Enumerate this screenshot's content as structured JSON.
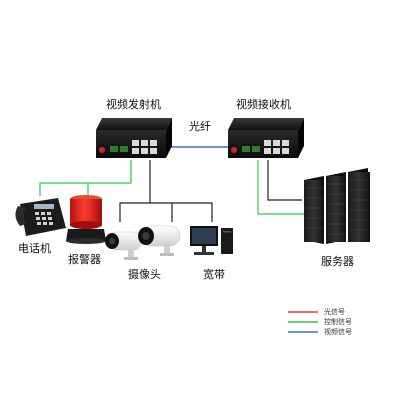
{
  "labels": {
    "transmitter": "视频发射机",
    "receiver": "视频接收机",
    "fiber": "光纤",
    "telephone": "电话机",
    "alarm": "报警器",
    "camera": "摄像头",
    "broadband": "宽带",
    "server": "服务器"
  },
  "legend": [
    {
      "label": "光信号",
      "color": "#e53935"
    },
    {
      "label": "控制信号",
      "color": "#2ecc40"
    },
    {
      "label": "视频信号",
      "color": "#3b6fd8"
    }
  ],
  "colors": {
    "optical": "#e53935",
    "control": "#2ecc40",
    "video": "#3b6fd8",
    "ethernet": "#222222"
  }
}
